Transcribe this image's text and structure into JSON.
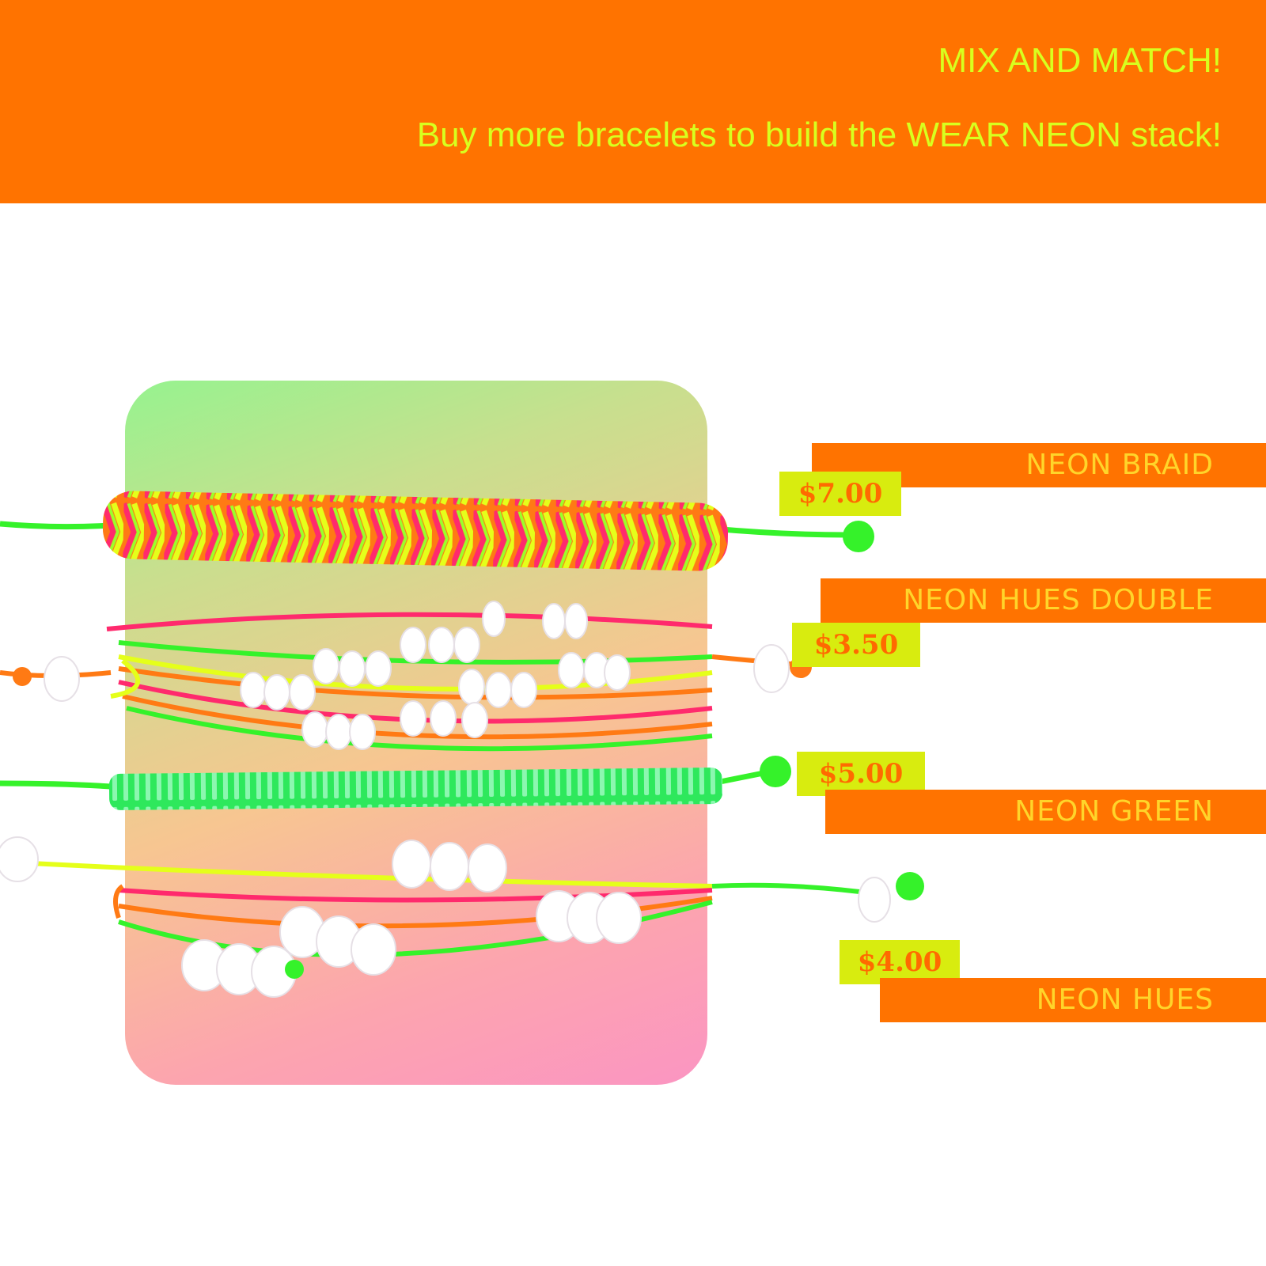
{
  "banner": {
    "headline": "MIX AND MATCH!",
    "subline": "Buy more bracelets to build the WEAR NEON stack!",
    "background": "#ff7300",
    "text_color": "#d8ff1e"
  },
  "products": [
    {
      "name": "NEON BRAID",
      "price": "$7.00"
    },
    {
      "name": "NEON HUES DOUBLE",
      "price": "$3.50"
    },
    {
      "name": "NEON GREEN",
      "price": "$5.00"
    },
    {
      "name": "NEON HUES",
      "price": "$4.00"
    }
  ],
  "colors": {
    "name_bar": "#ff7300",
    "name_text": "#ffd52a",
    "price_tag": "#d8ec0f",
    "price_text": "#ff6a00",
    "neon_green": "#35f22a",
    "neon_pink": "#ff2a6d",
    "neon_orange": "#ff7a14",
    "neon_yellow": "#e5ff1a",
    "bead_white": "#ffffff"
  }
}
